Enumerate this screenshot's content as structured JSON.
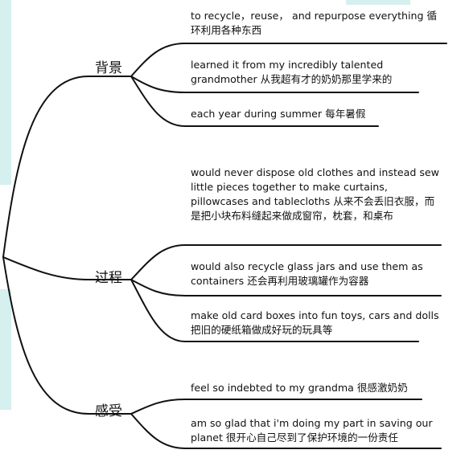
{
  "branches": [
    {
      "label": "背景",
      "leaves": [
        "to recycle，reuse， and repurpose everything 循环利用各种东西",
        "learned it from my incredibly talented grandmother 从我超有才的奶奶那里学来的",
        "each year during summer 每年暑假"
      ]
    },
    {
      "label": "过程",
      "leaves": [
        "would never dispose old clothes and instead sew little pieces together to make curtains, pillowcases and tablecloths 从来不会丢旧衣服，而是把小块布料缝起来做成窗帘，枕套，和桌布",
        "would also recycle glass jars and use them as containers  还会再利用玻璃罐作为容器",
        "make old card boxes into fun toys, cars and dolls 把旧的硬纸箱做成好玩的玩具等"
      ]
    },
    {
      "label": "感受",
      "leaves": [
        "feel so indebted to my grandma 很感激奶奶",
        "am so glad that i'm doing my part in saving our planet 很开心自己尽到了保护环境的一份责任"
      ]
    }
  ],
  "colors": {
    "line": "#111111",
    "decoration": "#d6efef"
  }
}
